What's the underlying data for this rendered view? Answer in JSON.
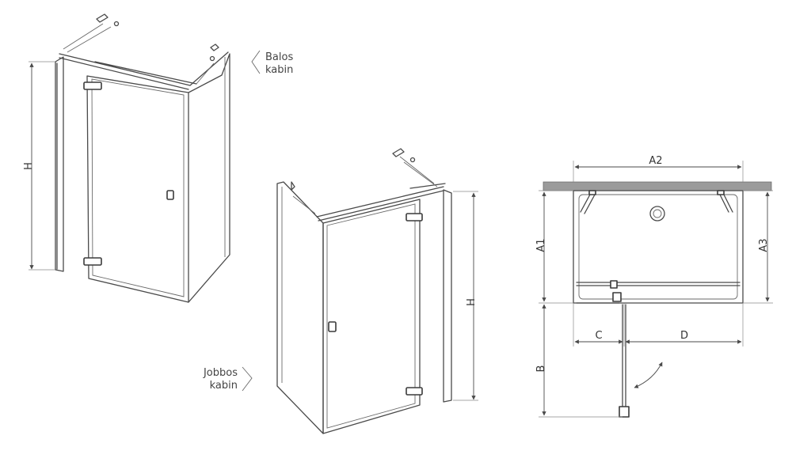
{
  "left_cabin": {
    "caption_line1": "Balos",
    "caption_line2": "kabin",
    "dim_height": "H"
  },
  "right_cabin": {
    "caption_line1": "Jobbos",
    "caption_line2": "kabin",
    "dim_height": "H"
  },
  "plan": {
    "dim_a2": "A2",
    "dim_a1": "A1",
    "dim_a3": "A3",
    "dim_c": "C",
    "dim_d": "D",
    "dim_b": "B"
  },
  "colors": {
    "line": "#4a4a4a",
    "wall": "#9b9b9b",
    "background": "#ffffff"
  }
}
